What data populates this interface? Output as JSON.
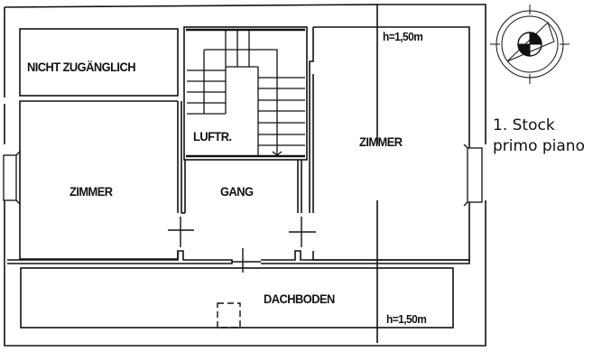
{
  "plan": {
    "floor_label_de": "1. Stock",
    "floor_label_it": "primo piano",
    "rooms": [
      {
        "id": "nicht-zugaenglich",
        "label": "NICHT ZUGÄNGLICH"
      },
      {
        "id": "luftraum",
        "label": "LUFTR."
      },
      {
        "id": "zimmer-left",
        "label": "ZIMMER"
      },
      {
        "id": "zimmer-right",
        "label": "ZIMMER"
      },
      {
        "id": "gang",
        "label": "GANG"
      },
      {
        "id": "dachboden",
        "label": "DACHBODEN"
      }
    ],
    "heights": [
      {
        "id": "height-zimmer-right",
        "label": "h=1,50m"
      },
      {
        "id": "height-dachboden",
        "label": "h=1,50m"
      }
    ],
    "icons": [
      "compass-north-arrow-icon",
      "staircase-icon",
      "window-icon",
      "door-icon",
      "roof-hatch-icon"
    ],
    "colors": {
      "line": "#111111",
      "background": "#ffffff"
    }
  }
}
